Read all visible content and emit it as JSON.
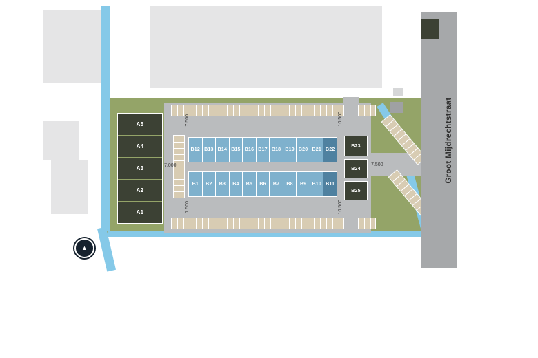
{
  "street": {
    "label": "Groot Mijdrechtstraat"
  },
  "units": {
    "a": [
      "A5",
      "A4",
      "A3",
      "A2",
      "A1"
    ],
    "b_top": [
      "B12",
      "B13",
      "B14",
      "B15",
      "B16",
      "B17",
      "B18",
      "B19",
      "B20",
      "B21",
      "B22"
    ],
    "b_bottom": [
      "B1",
      "B2",
      "B3",
      "B4",
      "B5",
      "B6",
      "B7",
      "B8",
      "B9",
      "B10",
      "B11"
    ],
    "b_right": [
      "B23",
      "B24",
      "B25"
    ]
  },
  "dimensions": {
    "top_left": "7.500",
    "bottom_left": "7.500",
    "top_right": "10.500",
    "bottom_right": "10.500",
    "left_bay": "7.000",
    "right_bay": "7.500"
  },
  "logo": {
    "glyph": "▲"
  },
  "colors": {
    "water": "#85c9e8",
    "green": "#94a468",
    "pavement": "#babcbe",
    "road": "#a6a8aa",
    "building": "#e5e5e6",
    "unit_dark": "#3c4134",
    "unit_blue": "#7fb1cd",
    "unit_blue_dark": "#4f81a0",
    "stall": "#d8ccb3"
  }
}
